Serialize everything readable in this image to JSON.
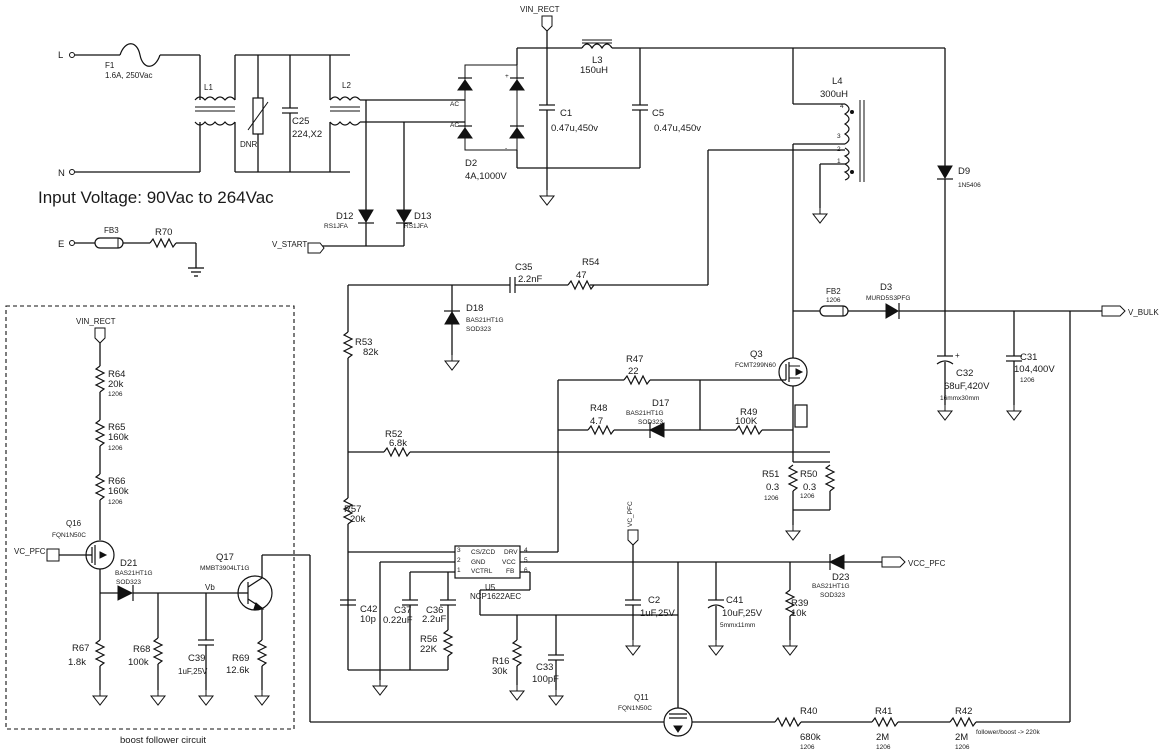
{
  "title_note": "Input Voltage: 90Vac to 264Vac",
  "boost_box_label": "boost follower circuit",
  "terminals": {
    "line": "L",
    "neutral": "N",
    "earth": "E"
  },
  "nets": {
    "vin_rect_top": "VIN_RECT",
    "vin_rect_box": "VIN_RECT",
    "v_start": "V_START",
    "vc_pfc_left": "VC_PFC",
    "vc_pfc_ic": "VC_PFC",
    "vcc_pfc": "VCC_PFC",
    "v_bulk": "V_BULK",
    "vb": "Vb",
    "follower_note": "follower/boost -> 220k"
  },
  "components": {
    "F1": {
      "ref": "F1",
      "value": "1.6A, 250Vac"
    },
    "L1": {
      "ref": "L1"
    },
    "DNR": {
      "ref": "DNR"
    },
    "C25": {
      "ref": "C25",
      "value": "224,X2"
    },
    "L2": {
      "ref": "L2"
    },
    "D2": {
      "ref": "D2",
      "value": "4A,1000V",
      "pin_ac1": "AC",
      "pin_ac2": "AC",
      "pin_plus": "+",
      "pin_minus": "-"
    },
    "C1": {
      "ref": "C1",
      "value": "0.47u,450v"
    },
    "L3": {
      "ref": "L3",
      "value": "150uH"
    },
    "C5": {
      "ref": "C5",
      "value": "0.47u,450v"
    },
    "L4": {
      "ref": "L4",
      "value": "300uH",
      "pins": [
        "4",
        "3",
        "2",
        "1"
      ]
    },
    "D9": {
      "ref": "D9",
      "value": "1N5406"
    },
    "D12": {
      "ref": "D12",
      "value": "RS1JFA"
    },
    "D13": {
      "ref": "D13",
      "value": "RS1JFA"
    },
    "FB3": {
      "ref": "FB3"
    },
    "R70": {
      "ref": "R70"
    },
    "C35": {
      "ref": "C35",
      "value": "2.2nF"
    },
    "R54": {
      "ref": "R54",
      "value": "47"
    },
    "D18": {
      "ref": "D18",
      "value": "BAS21HT1G",
      "pkg": "SOD323"
    },
    "FB2": {
      "ref": "FB2",
      "pkg": "1206"
    },
    "D3": {
      "ref": "D3",
      "value": "MURD5S3PFG"
    },
    "R53": {
      "ref": "R53",
      "value": "82k"
    },
    "R47": {
      "ref": "R47",
      "value": "22"
    },
    "Q3": {
      "ref": "Q3",
      "value": "FCMT299N60"
    },
    "C32": {
      "ref": "C32",
      "value": "68uF,420V",
      "size": "16mmx30mm"
    },
    "C31": {
      "ref": "C31",
      "value": "104,400V",
      "pkg": "1206"
    },
    "R48": {
      "ref": "R48",
      "value": "4.7"
    },
    "D17": {
      "ref": "D17",
      "value": "BAS21HT1G",
      "pkg": "SOD323"
    },
    "R49": {
      "ref": "R49",
      "value": "100K"
    },
    "R52": {
      "ref": "R52",
      "value": "6.8k"
    },
    "R51": {
      "ref": "R51",
      "value": "0.3",
      "pkg": "1206"
    },
    "R50": {
      "ref": "R50",
      "value": "0.3",
      "pkg": "1206"
    },
    "R57": {
      "ref": "R57",
      "value": "20k"
    },
    "U5": {
      "ref": "U5",
      "value": "NCP1622AEC",
      "p_cs": "CS/ZCD",
      "p_drv": "DRV",
      "p_gnd": "GND",
      "p_vcc": "VCC",
      "p_vctrl": "VCTRL",
      "p_fb": "FB",
      "n3": "3",
      "n2": "2",
      "n1": "1",
      "n4": "4",
      "n5": "5",
      "n6": "6"
    },
    "C42": {
      "ref": "C42",
      "value": "10p"
    },
    "C37": {
      "ref": "C37",
      "value": "0.22uF"
    },
    "C36": {
      "ref": "C36",
      "value": "2.2uF"
    },
    "R56": {
      "ref": "R56",
      "value": "22K"
    },
    "C2": {
      "ref": "C2",
      "value": "1uF,25V"
    },
    "C41": {
      "ref": "C41",
      "value": "10uF,25V",
      "size": "5mmx11mm"
    },
    "R39": {
      "ref": "R39",
      "value": "10k"
    },
    "D23": {
      "ref": "D23",
      "value": "BAS21HT1G",
      "pkg": "SOD323"
    },
    "R16": {
      "ref": "R16",
      "value": "30k"
    },
    "C33": {
      "ref": "C33",
      "value": "100pF"
    },
    "Q11": {
      "ref": "Q11",
      "value": "FQN1N50C"
    },
    "R40": {
      "ref": "R40",
      "value": "680k",
      "pkg": "1206"
    },
    "R41": {
      "ref": "R41",
      "value": "2M",
      "pkg": "1206"
    },
    "R42": {
      "ref": "R42",
      "value": "2M",
      "pkg": "1206"
    },
    "R64": {
      "ref": "R64",
      "value": "20k",
      "pkg": "1206"
    },
    "R65": {
      "ref": "R65",
      "value": "160k",
      "pkg": "1206"
    },
    "R66": {
      "ref": "R66",
      "value": "160k",
      "pkg": "1206"
    },
    "Q16": {
      "ref": "Q16",
      "value": "FQN1N50C"
    },
    "D21": {
      "ref": "D21",
      "value": "BAS21HT1G",
      "pkg": "SOD323"
    },
    "Q17": {
      "ref": "Q17",
      "value": "MMBT3904LT1G"
    },
    "R67": {
      "ref": "R67",
      "value": "1.8k"
    },
    "R68": {
      "ref": "R68",
      "value": "100k"
    },
    "C39": {
      "ref": "C39",
      "value": "1uF,25V"
    },
    "R69": {
      "ref": "R69",
      "value": "12.6k"
    }
  }
}
